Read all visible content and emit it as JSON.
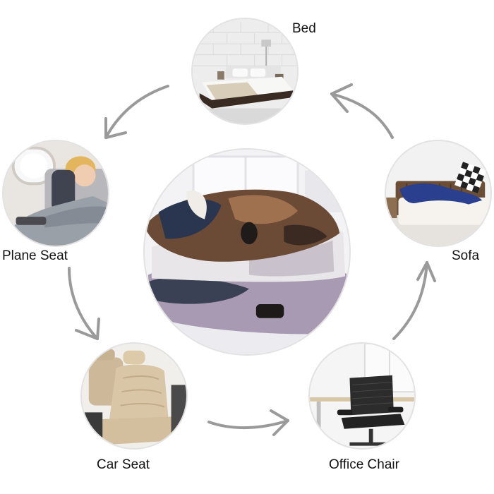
{
  "labels": {
    "bed": "Bed",
    "sofa": "Sofa",
    "plane_seat": "Plane Seat",
    "car_seat": "Car Seat",
    "office_chair": "Office Chair"
  },
  "colors": {
    "arrow": "#9a9a9a",
    "circle_border": "#e2e2e2",
    "blanket_brown": "#6b4a36",
    "blanket_lavender": "#a89ab2",
    "sofa_blue": "#2b3f8f",
    "car_seat_beige": "#d9c6a6"
  },
  "images": [
    {
      "name": "folded-blanket-photo",
      "depicts": "folded blanket"
    },
    {
      "name": "bed-photo",
      "depicts": "bed"
    },
    {
      "name": "sofa-photo",
      "depicts": "sofa"
    },
    {
      "name": "plane-seat-photo",
      "depicts": "plane seat"
    },
    {
      "name": "car-seat-photo",
      "depicts": "car seat"
    },
    {
      "name": "office-chair-photo",
      "depicts": "office chair"
    }
  ]
}
